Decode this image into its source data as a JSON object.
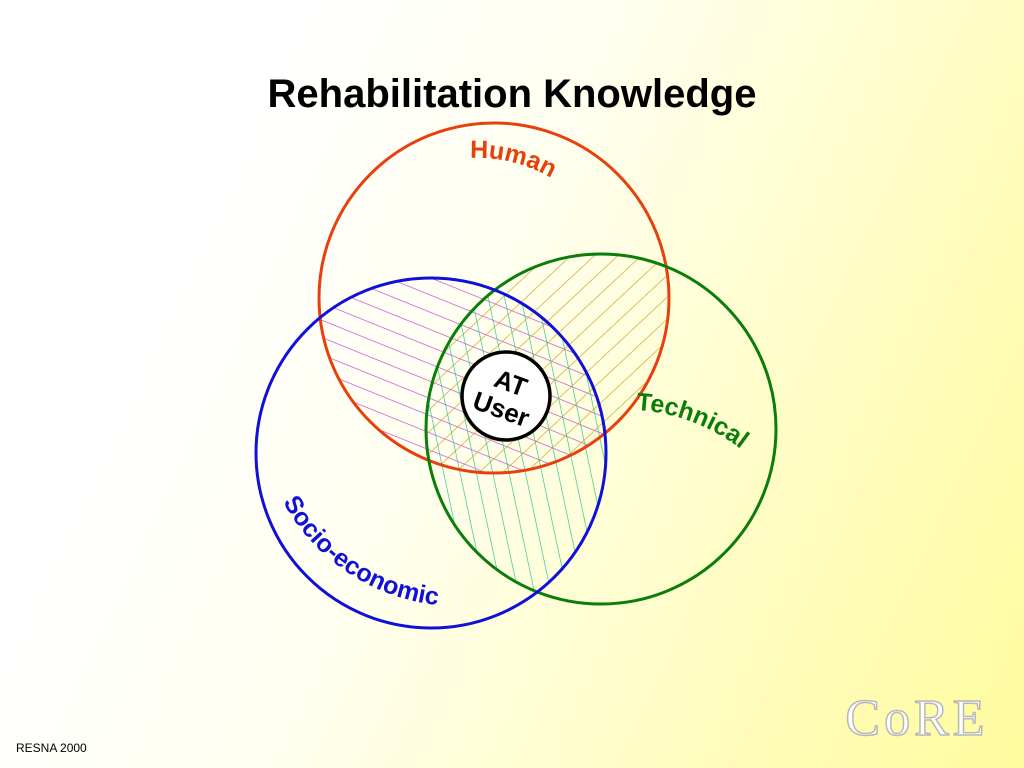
{
  "slide": {
    "title": "Rehabilitation Knowledge",
    "footer_source": "RESNA 2000",
    "logo_text": "CoRE"
  },
  "diagram": {
    "sets": [
      {
        "id": "human",
        "label": "Human",
        "color": "#e8400c"
      },
      {
        "id": "technical",
        "label": "Technical",
        "color": "#0a7d0a"
      },
      {
        "id": "socio",
        "label": "Socio-economic",
        "color": "#1010d8"
      }
    ],
    "center_label_line1": "AT",
    "center_label_line2": "User",
    "hatch_colors": {
      "human_socio": "#c040d0",
      "human_technical": "#c8a020",
      "socio_technical": "#20c090"
    }
  }
}
